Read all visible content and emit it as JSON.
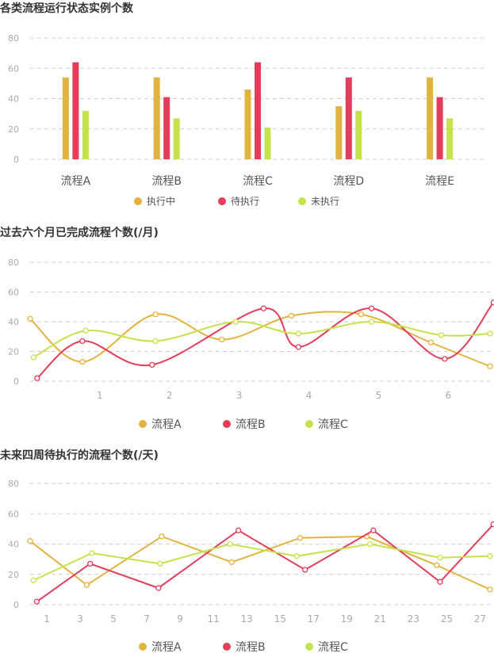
{
  "colors": {
    "yellow": "#e2b43f",
    "red": "#e23d5a",
    "green": "#c4e34a",
    "grid": "#cfcfcf",
    "axis": "#aaaaaa"
  },
  "chart_data": [
    {
      "type": "bar",
      "title": "各类流程运行状态实例个数",
      "categories": [
        "流程A",
        "流程B",
        "流程C",
        "流程D",
        "流程E"
      ],
      "ylim": [
        0,
        80
      ],
      "yticks": [
        0,
        20,
        40,
        60,
        80
      ],
      "grid": true,
      "legend": "bottom",
      "series": [
        {
          "name": "执行中",
          "color": "#e2b43f",
          "values": [
            54,
            54,
            46,
            35,
            54
          ]
        },
        {
          "name": "待执行",
          "color": "#e23d5a",
          "values": [
            64,
            41,
            64,
            54,
            41
          ]
        },
        {
          "name": "未执行",
          "color": "#c4e34a",
          "values": [
            32,
            27,
            21,
            32,
            27
          ]
        }
      ]
    },
    {
      "type": "line",
      "title": "过去六个月已完成流程个数(/月)",
      "smooth": true,
      "xlim": [
        0,
        6.6
      ],
      "xticks": [
        1,
        2,
        3,
        4,
        5,
        6
      ],
      "ylim": [
        0,
        80
      ],
      "yticks": [
        0,
        20,
        40,
        60,
        80
      ],
      "grid": true,
      "legend": "bottom",
      "series": [
        {
          "name": "流程A",
          "color": "#e2b43f",
          "x": [
            0,
            0.75,
            1.8,
            2.75,
            3.75,
            4.75,
            5.75,
            6.6
          ],
          "values": [
            42,
            13,
            45,
            28,
            44,
            45,
            26,
            10
          ]
        },
        {
          "name": "流程B",
          "color": "#e23d5a",
          "x": [
            0.1,
            0.75,
            1.75,
            3.35,
            3.85,
            4.9,
            5.95,
            6.65
          ],
          "values": [
            2,
            27,
            11,
            49,
            23,
            49,
            15,
            53
          ]
        },
        {
          "name": "流程C",
          "color": "#c4e34a",
          "x": [
            0.05,
            0.8,
            1.8,
            2.95,
            3.85,
            4.9,
            5.9,
            6.6
          ],
          "values": [
            16,
            34,
            27,
            40,
            32,
            40,
            31,
            32
          ]
        }
      ]
    },
    {
      "type": "line",
      "title": "未来四周待执行的流程个数(/天)",
      "smooth": false,
      "xlim": [
        0,
        27.6
      ],
      "xticks": [
        1,
        3,
        5,
        7,
        9,
        11,
        13,
        15,
        17,
        19,
        21,
        23,
        25,
        27
      ],
      "ylim": [
        0,
        80
      ],
      "yticks": [
        0,
        20,
        40,
        60,
        80
      ],
      "grid": true,
      "legend": "bottom",
      "series": [
        {
          "name": "流程A",
          "color": "#e2b43f",
          "x": [
            0,
            3.4,
            7.9,
            12.1,
            16.2,
            20.2,
            24.4,
            27.6
          ],
          "values": [
            42,
            13,
            45,
            28,
            44,
            45,
            26,
            10
          ]
        },
        {
          "name": "流程B",
          "color": "#e23d5a",
          "x": [
            0.4,
            3.6,
            7.7,
            12.5,
            16.5,
            20.6,
            24.6,
            27.8
          ],
          "values": [
            2,
            27,
            11,
            49,
            23,
            49,
            15,
            53
          ]
        },
        {
          "name": "流程C",
          "color": "#c4e34a",
          "x": [
            0.2,
            3.7,
            7.8,
            12.0,
            16.0,
            20.4,
            24.6,
            27.6
          ],
          "values": [
            16,
            34,
            27,
            40,
            32,
            40,
            31,
            32
          ]
        }
      ]
    }
  ]
}
